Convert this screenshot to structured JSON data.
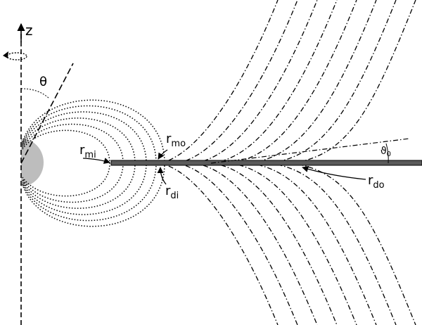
{
  "labels": {
    "axis": "z",
    "theta": "θ",
    "r_mo": {
      "base": "r",
      "sub": "mo"
    },
    "r_mi": {
      "base": "r",
      "sub": "mi"
    },
    "r_di": {
      "base": "r",
      "sub": "di"
    },
    "r_do": {
      "base": "r",
      "sub": "do"
    },
    "theta0": {
      "base": "ϑ",
      "sub": "0"
    }
  },
  "colors": {
    "ink": "#000000",
    "star": "#bdbdbd",
    "disk_fill": "#5a5a5a",
    "disk_edge": "#000000",
    "background": "#ffffff"
  }
}
